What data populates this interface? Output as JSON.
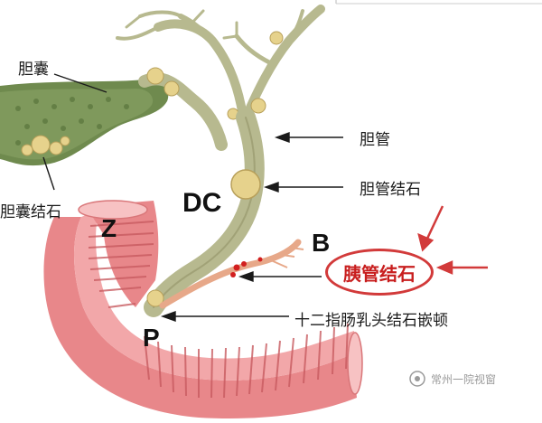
{
  "labels": {
    "gallbladder": "胆囊",
    "gallbladder_stone": "胆囊结石",
    "bile_duct": "胆管",
    "bile_duct_stone": "胆管结石",
    "pancreatic_duct_stone": "胰管结石",
    "papilla_stone_impaction": "十二指肠乳头结石嵌顿",
    "dc": "DC",
    "z": "Z",
    "b": "B",
    "p": "P"
  },
  "watermark": "常州一院视窗",
  "colors": {
    "duct_green": "#b7b98f",
    "duct_dark": "#8c8c60",
    "stone": "#e6d28c",
    "duodenum_pink": "#e8878a",
    "gallbladder_green": "#6f8a4e",
    "highlight_red": "#d23a3a"
  }
}
